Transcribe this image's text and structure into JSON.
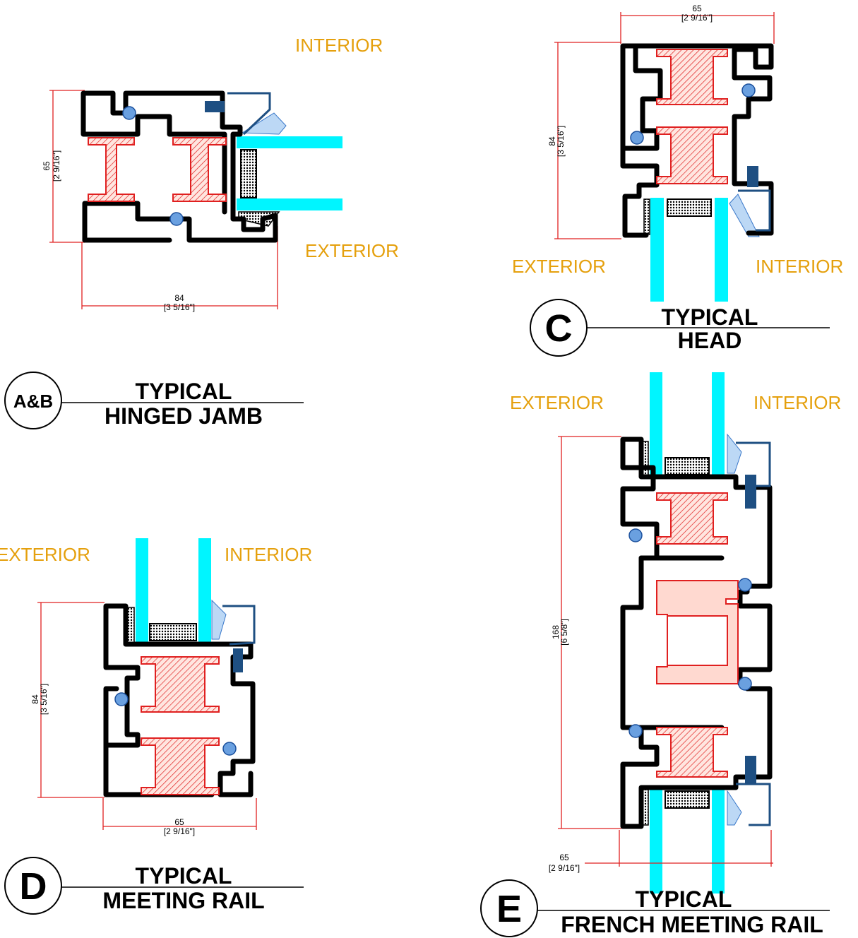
{
  "labels": {
    "interior": "INTERIOR",
    "exterior": "EXTERIOR"
  },
  "details": {
    "ab": {
      "tag": "A&B",
      "title_line1": "TYPICAL",
      "title_line2": "HINGED JAMB",
      "dim_height": "65",
      "dim_height_imp": "[2 9/16\"]",
      "dim_width": "84",
      "dim_width_imp": "[3 5/16\"]"
    },
    "c": {
      "tag": "C",
      "title_line1": "TYPICAL",
      "title_line2": "HEAD",
      "dim_width": "65",
      "dim_width_imp": "[2 9/16\"]",
      "dim_height": "84",
      "dim_height_imp": "[3 5/16\"]"
    },
    "d": {
      "tag": "D",
      "title_line1": "TYPICAL",
      "title_line2": "MEETING RAIL",
      "dim_height": "84",
      "dim_height_imp": "[3 5/16\"]",
      "dim_width": "65",
      "dim_width_imp": "[2 9/16\"]"
    },
    "e": {
      "tag": "E",
      "title_line1": "TYPICAL",
      "title_line2": "FRENCH MEETING RAIL",
      "dim_height": "168",
      "dim_height_imp": "[6 5/8\"]",
      "dim_width": "65",
      "dim_width_imp": "[2 9/16\"]"
    }
  },
  "colors": {
    "glass": "#00f5ff",
    "thermal_break": "#e02020",
    "label": "#e5a00d",
    "seal": "#1a4f9c"
  }
}
